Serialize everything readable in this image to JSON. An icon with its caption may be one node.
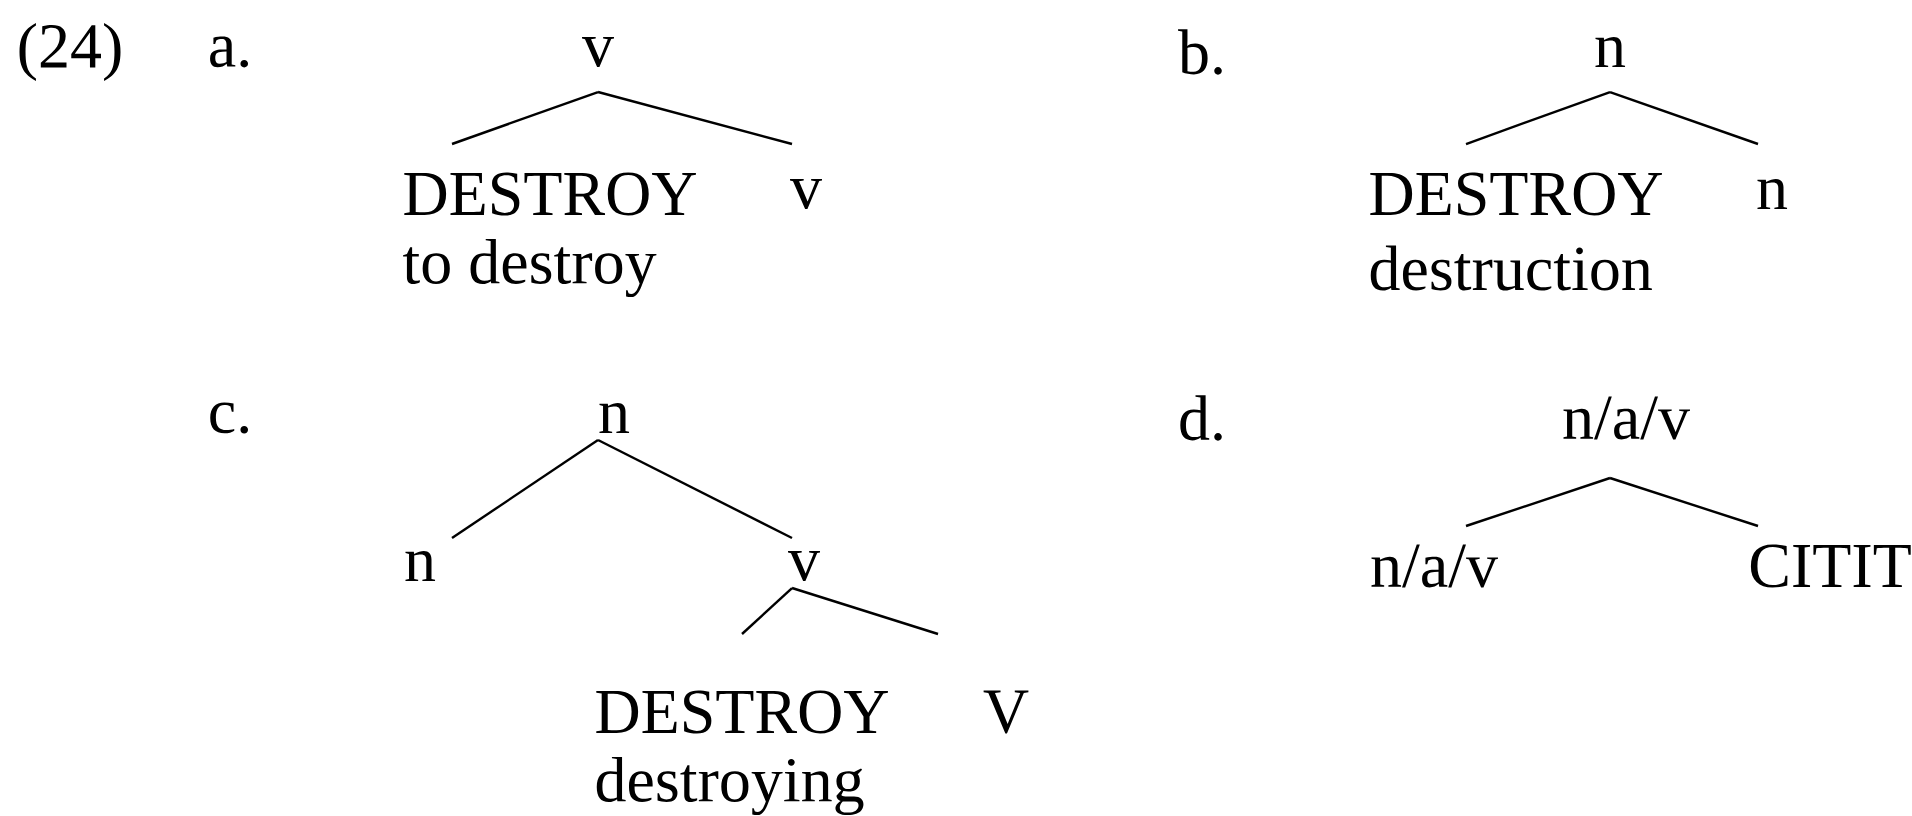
{
  "diagram": {
    "nodes": [
      {
        "text": [
          "v"
        ]
      },
      {
        "text": [
          "DESTROY"
        ],
        "beside": [
          "to destroy"
        ]
      },
      {
        "text": [
          "v"
        ]
      },
      {
        "text": [
          "n"
        ]
      },
      {
        "text": [
          "DESTROY"
        ],
        "beside": [
          "destruction"
        ]
      },
      {
        "text": [
          "n"
        ]
      },
      {
        "text": [
          "n"
        ]
      },
      {
        "text": [
          "n"
        ]
      },
      {
        "text": [
          "v"
        ]
      },
      {
        "text": [
          "DESTROY"
        ],
        "beside": [
          "destroying"
        ]
      },
      {
        "text": [
          "V"
        ]
      },
      {
        "text": [
          "n/a/v"
        ]
      },
      {
        "text": [
          "n/a/v"
        ]
      },
      {
        "text": [
          "CITIT"
        ]
      }
    ],
    "edges": [
      {
        "from": 0,
        "to": 1,
        "arrow": "none"
      },
      {
        "from": 0,
        "to": 2,
        "arrow": "none"
      },
      {
        "from": 3,
        "to": 4,
        "arrow": "none"
      },
      {
        "from": 3,
        "to": 5,
        "arrow": "none"
      },
      {
        "from": 6,
        "to": 7,
        "arrow": "none"
      },
      {
        "from": 6,
        "to": 8,
        "arrow": "none"
      },
      {
        "from": 8,
        "to": 9,
        "arrow": "none"
      },
      {
        "from": 8,
        "to": 10,
        "arrow": "none"
      },
      {
        "from": 11,
        "to": 12,
        "arrow": "none"
      },
      {
        "from": 11,
        "to": 13,
        "arrow": "none"
      }
    ],
    "labels": [
      "(24)",
      "a.",
      "b.",
      "c.",
      "d."
    ]
  }
}
